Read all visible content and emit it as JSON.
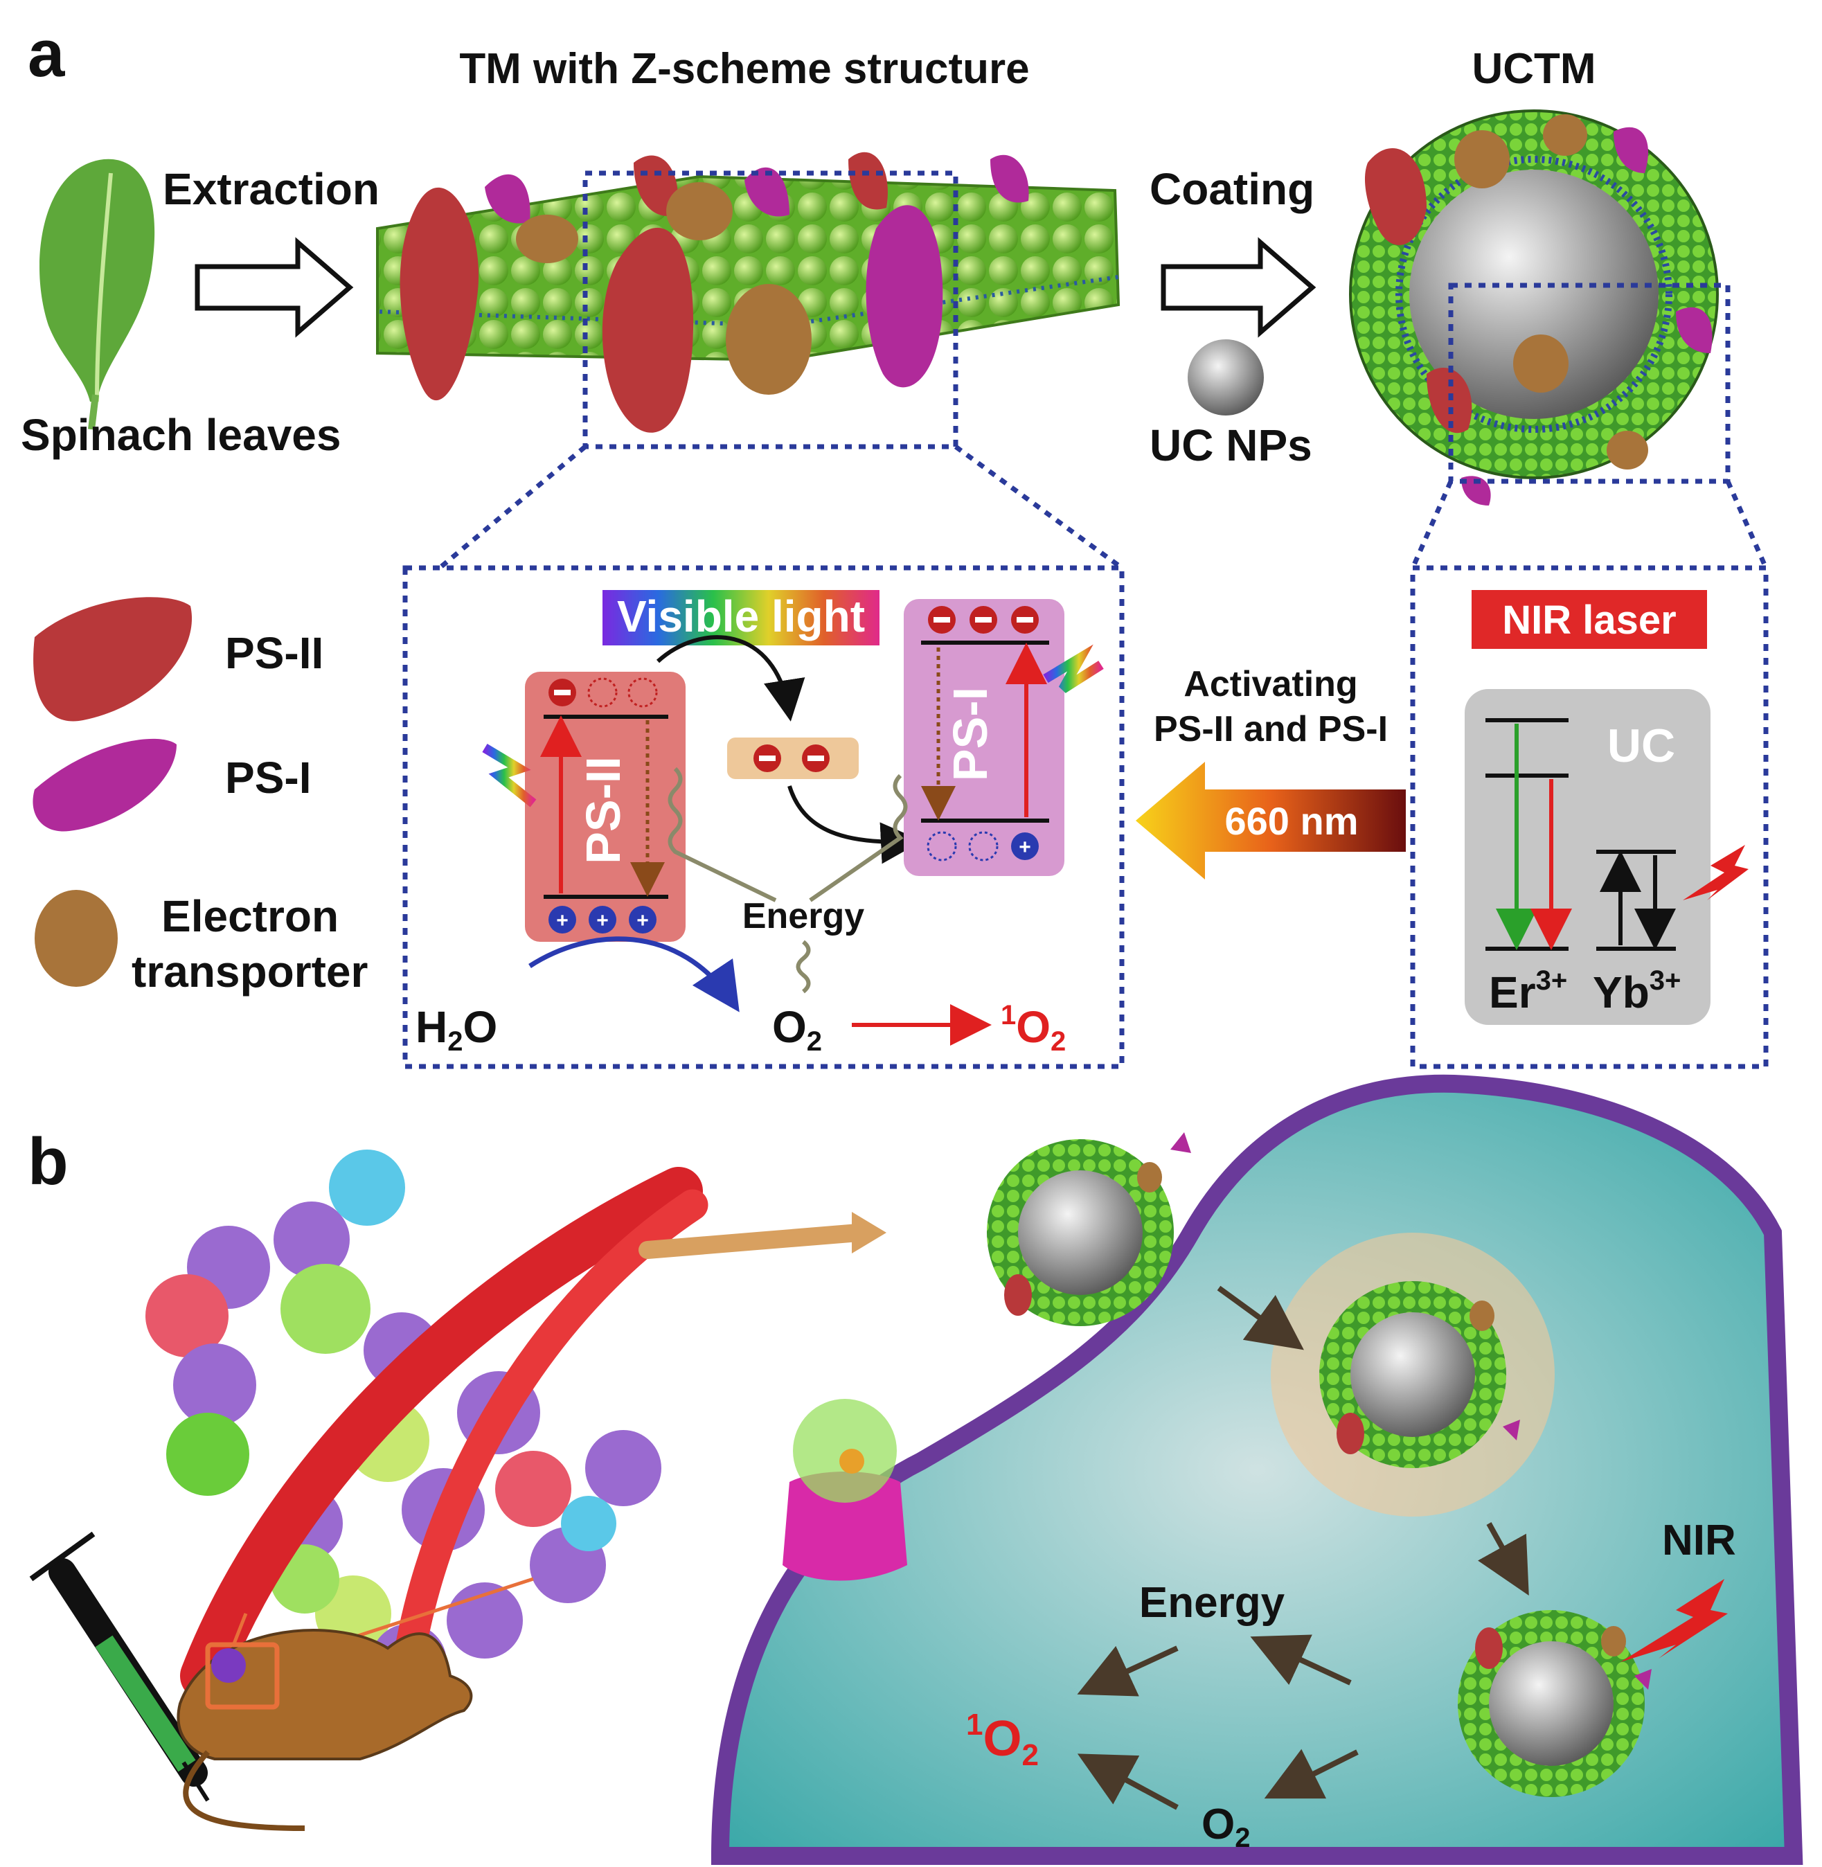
{
  "panel_a": {
    "letter": "a",
    "title": "TM with Z-scheme structure",
    "uctm_title": "UCTM",
    "extraction": "Extraction",
    "spinach": "Spinach leaves",
    "coating": "Coating",
    "uc_nps": "UC NPs",
    "legend": {
      "ps2": "PS-II",
      "ps1": "PS-I",
      "electron_line1": "Electron",
      "electron_line2": "transporter"
    },
    "zscheme": {
      "visible_light": "Visible light",
      "ps2_label": "PS-II",
      "ps1_label": "PS-I",
      "energy": "Energy",
      "h2o": "H",
      "h2o_sub": "2",
      "h2o_end": "O",
      "o2": "O",
      "o2_sub": "2",
      "singlet_sup": "1",
      "singlet": "O",
      "singlet_sub": "2"
    },
    "activating_line1": "Activating",
    "activating_line2": "PS-II and PS-I",
    "wavelength": "660 nm",
    "uc_box": {
      "nir_laser": "NIR laser",
      "uc": "UC",
      "er": "Er",
      "er_sup": "3+",
      "yb": "Yb",
      "yb_sup": "3+"
    }
  },
  "panel_b": {
    "letter": "b",
    "nir": "NIR",
    "energy": "Energy",
    "singlet_sup": "1",
    "singlet": "O",
    "singlet_sub": "2",
    "o2": "O",
    "o2_sub": "2"
  },
  "colors": {
    "ps2": "#b8383a",
    "ps1": "#b02a9a",
    "membrane": "#7ccc3a",
    "transporter": "#a8743a",
    "box": "#2a3a9a",
    "red_text": "#e02020",
    "cell": "#3aa8a8",
    "cell_border": "#6a3a9a"
  }
}
